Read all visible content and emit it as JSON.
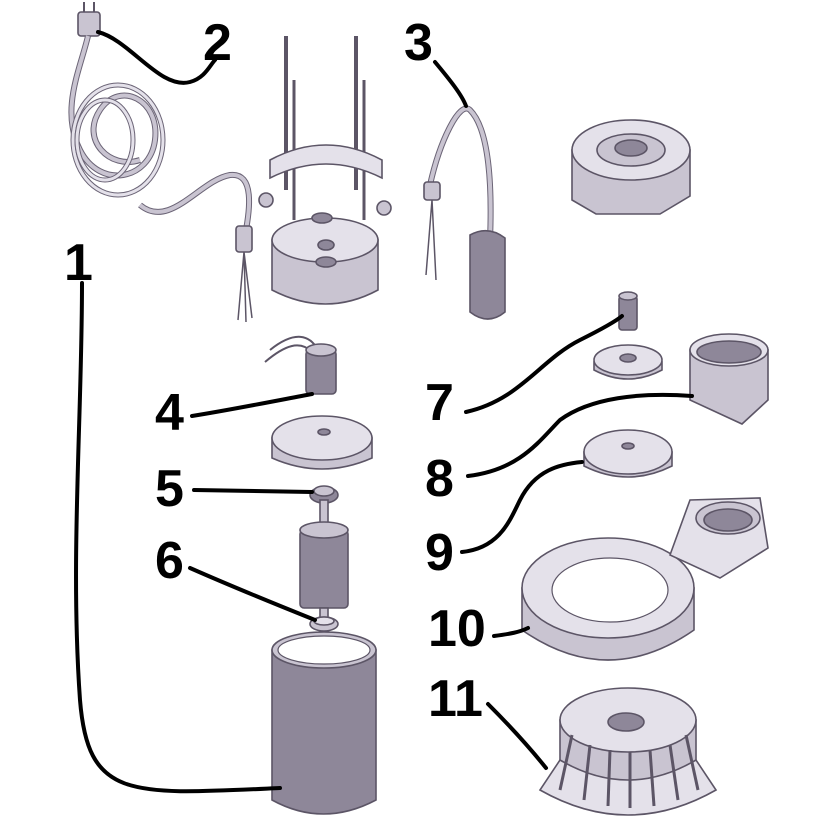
{
  "callouts": [
    {
      "id": "1",
      "label": "1"
    },
    {
      "id": "2",
      "label": "2"
    },
    {
      "id": "3",
      "label": "3"
    },
    {
      "id": "4",
      "label": "4"
    },
    {
      "id": "5",
      "label": "5"
    },
    {
      "id": "6",
      "label": "6"
    },
    {
      "id": "7",
      "label": "7"
    },
    {
      "id": "8",
      "label": "8"
    },
    {
      "id": "9",
      "label": "9"
    },
    {
      "id": "10",
      "label": "10"
    },
    {
      "id": "11",
      "label": "11"
    }
  ],
  "colors": {
    "line": "#000000",
    "part_light": "#e4e1ea",
    "part_mid": "#c9c4d1",
    "part_dark": "#8e8799",
    "part_outline": "#5c5566"
  }
}
